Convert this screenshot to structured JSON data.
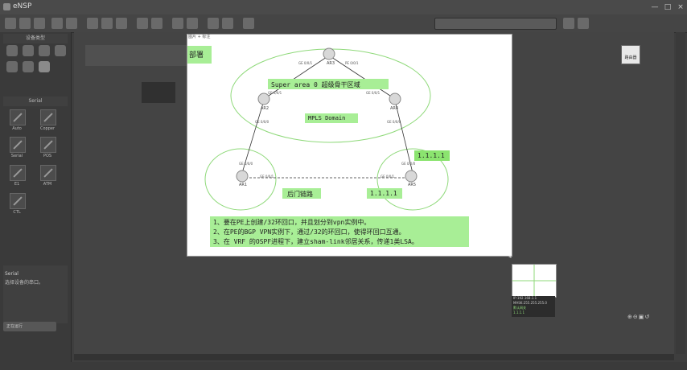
{
  "window": {
    "title": "eNSP",
    "minimize": "—",
    "maximize": "□",
    "close": "×"
  },
  "left": {
    "device_section": "设备类型",
    "cable_section": "Serial",
    "cables": [
      "Auto",
      "Copper",
      "Serial",
      "POS",
      "E1",
      "ATM",
      "CTL"
    ],
    "desc_title": "Serial",
    "desc_text": "选择设备的串口。"
  },
  "canvas": {
    "ghost_device_label": "路由器"
  },
  "overlay": {
    "title": "图片 + 标注",
    "corner_text": "部署",
    "ovals": {
      "super_area": "Super area 0   超级骨干区域",
      "mpls": "MPLS Domain"
    },
    "routers": {
      "top": "AR3",
      "left_mid": "AR2",
      "right_mid": "AR4",
      "left_bottom": "AR1",
      "right_bottom": "AR5"
    },
    "interfaces": {
      "top_left": "GE 0/0/1",
      "top_right": "PE 0/0/1",
      "mid_left_up": "GE 0/0/1",
      "mid_right_up": "GE 0/0/1",
      "mid_left_down": "GE 0/0/0",
      "mid_right_down": "GE 0/0/0",
      "bot_left_up": "GE 0/0/0",
      "bot_right_up": "GE 0/0/0",
      "backdoor_left": "GE 0/0/1",
      "backdoor_right": "GE 0/0/1"
    },
    "labels": {
      "loopback_right": "1.1.1.1",
      "loopback_left": "1.1.1.1",
      "backdoor": "后门链路"
    },
    "notes": [
      "1、要在PE上创建/32环回口，并且划分到vpn实例中。",
      "2、在PE的BGP VPN实例下，通过/32的环回口，使得环回口互通。",
      "3、在 VRF 的OSPF进程下，建立sham-link邻居关系，传递1类LSA。"
    ]
  },
  "minimap": {
    "info": [
      "IP:192.168.1.1",
      "MASK:255.255.255.0",
      "默认网关",
      "1.1.1.1"
    ]
  },
  "status": {
    "button": "正在运行"
  },
  "colors": {
    "highlight": "#a8ee96",
    "oval": "#8fd97a",
    "canvas": "#444444"
  }
}
